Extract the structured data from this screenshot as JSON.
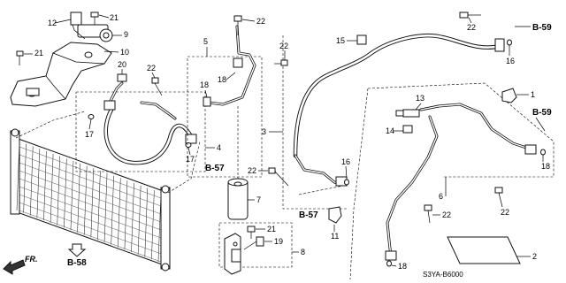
{
  "callouts": {
    "c1": "1",
    "c2": "2",
    "c3": "3",
    "c4": "4",
    "c5": "5",
    "c6": "6",
    "c7": "7",
    "c8": "8",
    "c9": "9",
    "c10": "10",
    "c11": "11",
    "c12": "12",
    "c13": "13",
    "c14": "14",
    "c15": "15",
    "c16a": "16",
    "c16b": "16",
    "c17a": "17",
    "c17b": "17",
    "c18a": "18",
    "c18b": "18",
    "c18c": "18",
    "c18d": "18",
    "c19": "19",
    "c20": "20",
    "c21a": "21",
    "c21b": "21",
    "c21c": "21",
    "c22a": "22",
    "c22b": "22",
    "c22c": "22",
    "c22d": "22",
    "c22e": "22",
    "c22f": "22",
    "c22g": "22"
  },
  "refs": {
    "b59a": "B-59",
    "b59b": "B-59",
    "b57a": "B-57",
    "b57b": "B-57",
    "b58": "B-58"
  },
  "front_label": "FR.",
  "diagram_code": "S3YA-B6000"
}
